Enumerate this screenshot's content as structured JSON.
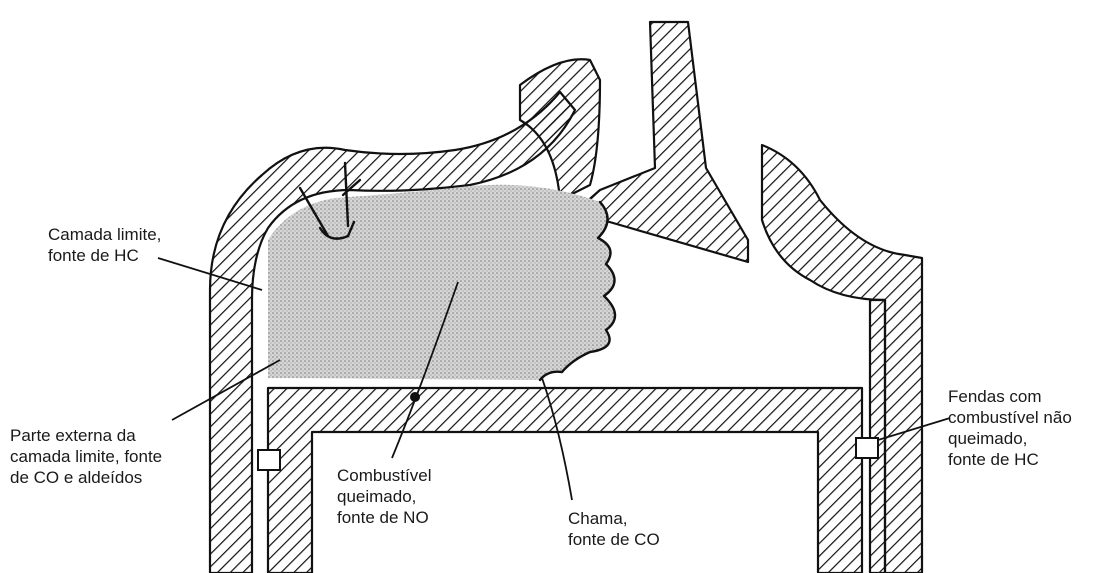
{
  "labels": {
    "boundary_layer": "Camada limite,\nfonte de HC",
    "outer_boundary": "Parte externa da\ncamada limite, fonte\nde CO e aldeídos",
    "burned_fuel": "Combustível\nqueimado,\nfonte de NO",
    "flame": "Chama,\nfonte de CO",
    "crevices": "Fendas com\ncombustível não\nqueimado,\nfonte de HC"
  },
  "colors": {
    "ink": "#111111",
    "burned_region": "#c8c8c8"
  }
}
